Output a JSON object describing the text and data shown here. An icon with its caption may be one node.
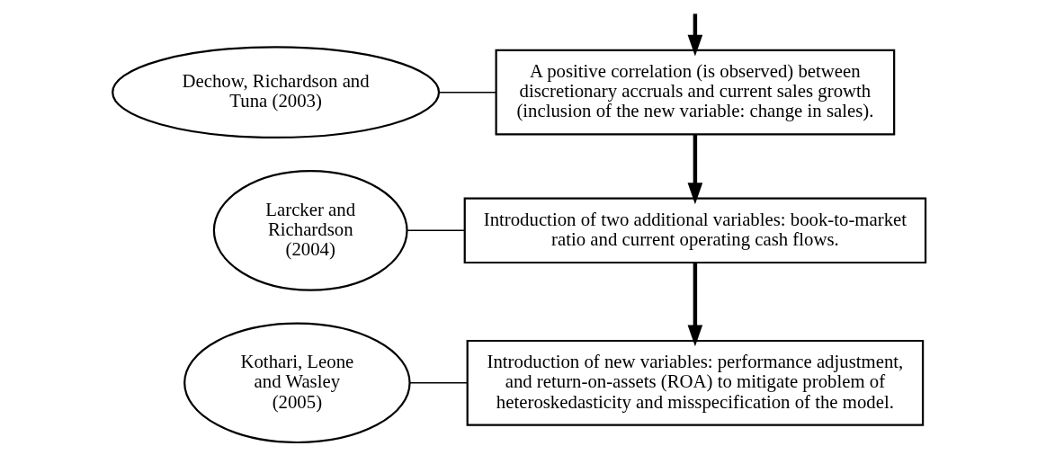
{
  "diagram": {
    "nodes": [
      {
        "text": [
          "A positive correlation (is observed) between discretionary accruals and current sales growth (inclusion of the new variable: change in sales)."
        ]
      },
      {
        "text": [
          "Dechow, Richardson and Tuna (2003)"
        ]
      },
      {
        "text": [
          "Introduction of two additional variables: book-to-market ratio and current operating cash flows."
        ]
      },
      {
        "text": [
          "Larcker and Richardson (2004)"
        ]
      },
      {
        "text": [
          "Introduction of new variables: performance adjustment, and return-on-assets (ROA) to mitigate problem of heteroskedasticity and misspecification of the model."
        ]
      },
      {
        "text": [
          "Kothari, Leone and Wasley (2005)"
        ]
      }
    ],
    "edges": [
      {
        "from": null,
        "to": 0,
        "arrow": "to",
        "style": "thick"
      },
      {
        "from": 0,
        "to": 2,
        "arrow": "to",
        "style": "thick"
      },
      {
        "from": 2,
        "to": 4,
        "arrow": "to",
        "style": "thick"
      },
      {
        "from": 1,
        "to": 0,
        "arrow": "none"
      },
      {
        "from": 3,
        "to": 2,
        "arrow": "none"
      },
      {
        "from": 5,
        "to": 4,
        "arrow": "none"
      }
    ]
  }
}
